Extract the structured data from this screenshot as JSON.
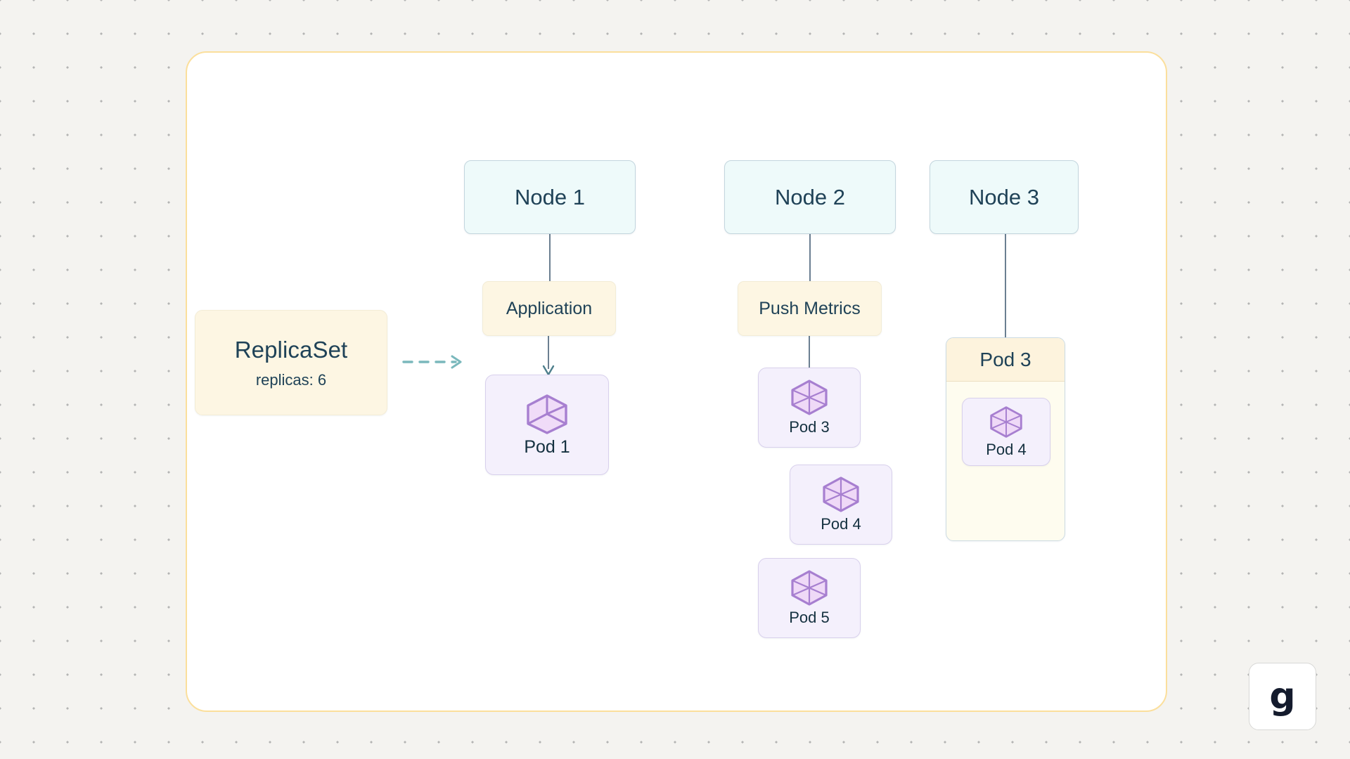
{
  "canvas": {
    "background_color": "#f4f3f0",
    "dot_color": "#b4b4b4",
    "panel_border_color": "#fbdf9c",
    "panel_background": "#ffffff"
  },
  "brand": {
    "label": "g"
  },
  "colors": {
    "node_fill": "#eefafa",
    "node_border": "#c3d6de",
    "service_fill": "#fdf6e3",
    "service_border": "#f3ecd6",
    "pod_fill": "#f4f0fc",
    "pod_border": "#d8d0ec",
    "pod_icon_fill": "#efd9f7",
    "pod_icon_stroke": "#a77fd0",
    "group_fill": "#fefcef",
    "group_header_fill": "#fdf3dd",
    "group_border": "#ccdbe3",
    "edge_color": "#6b7f91",
    "dashed_edge_color": "#7ab8bc",
    "text_color": "#1f4257"
  },
  "diagram": {
    "type": "kubernetes-topology",
    "controller": {
      "name": "replicaset",
      "title": "ReplicaSet",
      "subtitle": "replicas: 6"
    },
    "nodes": [
      {
        "id": "node1",
        "label": "Node 1"
      },
      {
        "id": "node2",
        "label": "Node 2"
      },
      {
        "id": "node3",
        "label": "Node 3"
      }
    ],
    "services": [
      {
        "id": "application",
        "label": "Application",
        "node": "node1"
      },
      {
        "id": "push-metrics",
        "label": "Push Metrics",
        "node": "node2"
      }
    ],
    "pods": [
      {
        "id": "pod1",
        "label": "Pod 1",
        "icon": "cube-icon",
        "parent": "application"
      },
      {
        "id": "pod3-n2",
        "label": "Pod 3",
        "icon": "hexagon-segments-icon",
        "parent": "push-metrics"
      },
      {
        "id": "pod4-n2",
        "label": "Pod 4",
        "icon": "hexagon-segments-icon",
        "parent": "push-metrics"
      },
      {
        "id": "pod5-n2",
        "label": "Pod 5",
        "icon": "hexagon-segments-icon",
        "parent": "push-metrics"
      },
      {
        "id": "pod4-n3",
        "label": "Pod 4",
        "icon": "hexagon-segments-icon",
        "parent": "pod3-group"
      }
    ],
    "groups": [
      {
        "id": "pod3-group",
        "title": "Pod 3",
        "node": "node3"
      }
    ],
    "edges": [
      {
        "from": "replicaset",
        "to": "application",
        "style": "dashed",
        "arrow": true
      },
      {
        "from": "node1",
        "to": "application",
        "style": "solid",
        "arrow": false
      },
      {
        "from": "application",
        "to": "pod1",
        "style": "solid",
        "arrow": true
      },
      {
        "from": "node2",
        "to": "push-metrics",
        "style": "solid",
        "arrow": false
      },
      {
        "from": "push-metrics",
        "to": "pod3-n2",
        "style": "solid",
        "arrow": false
      },
      {
        "from": "node3",
        "to": "pod3-group",
        "style": "solid",
        "arrow": false
      }
    ]
  }
}
